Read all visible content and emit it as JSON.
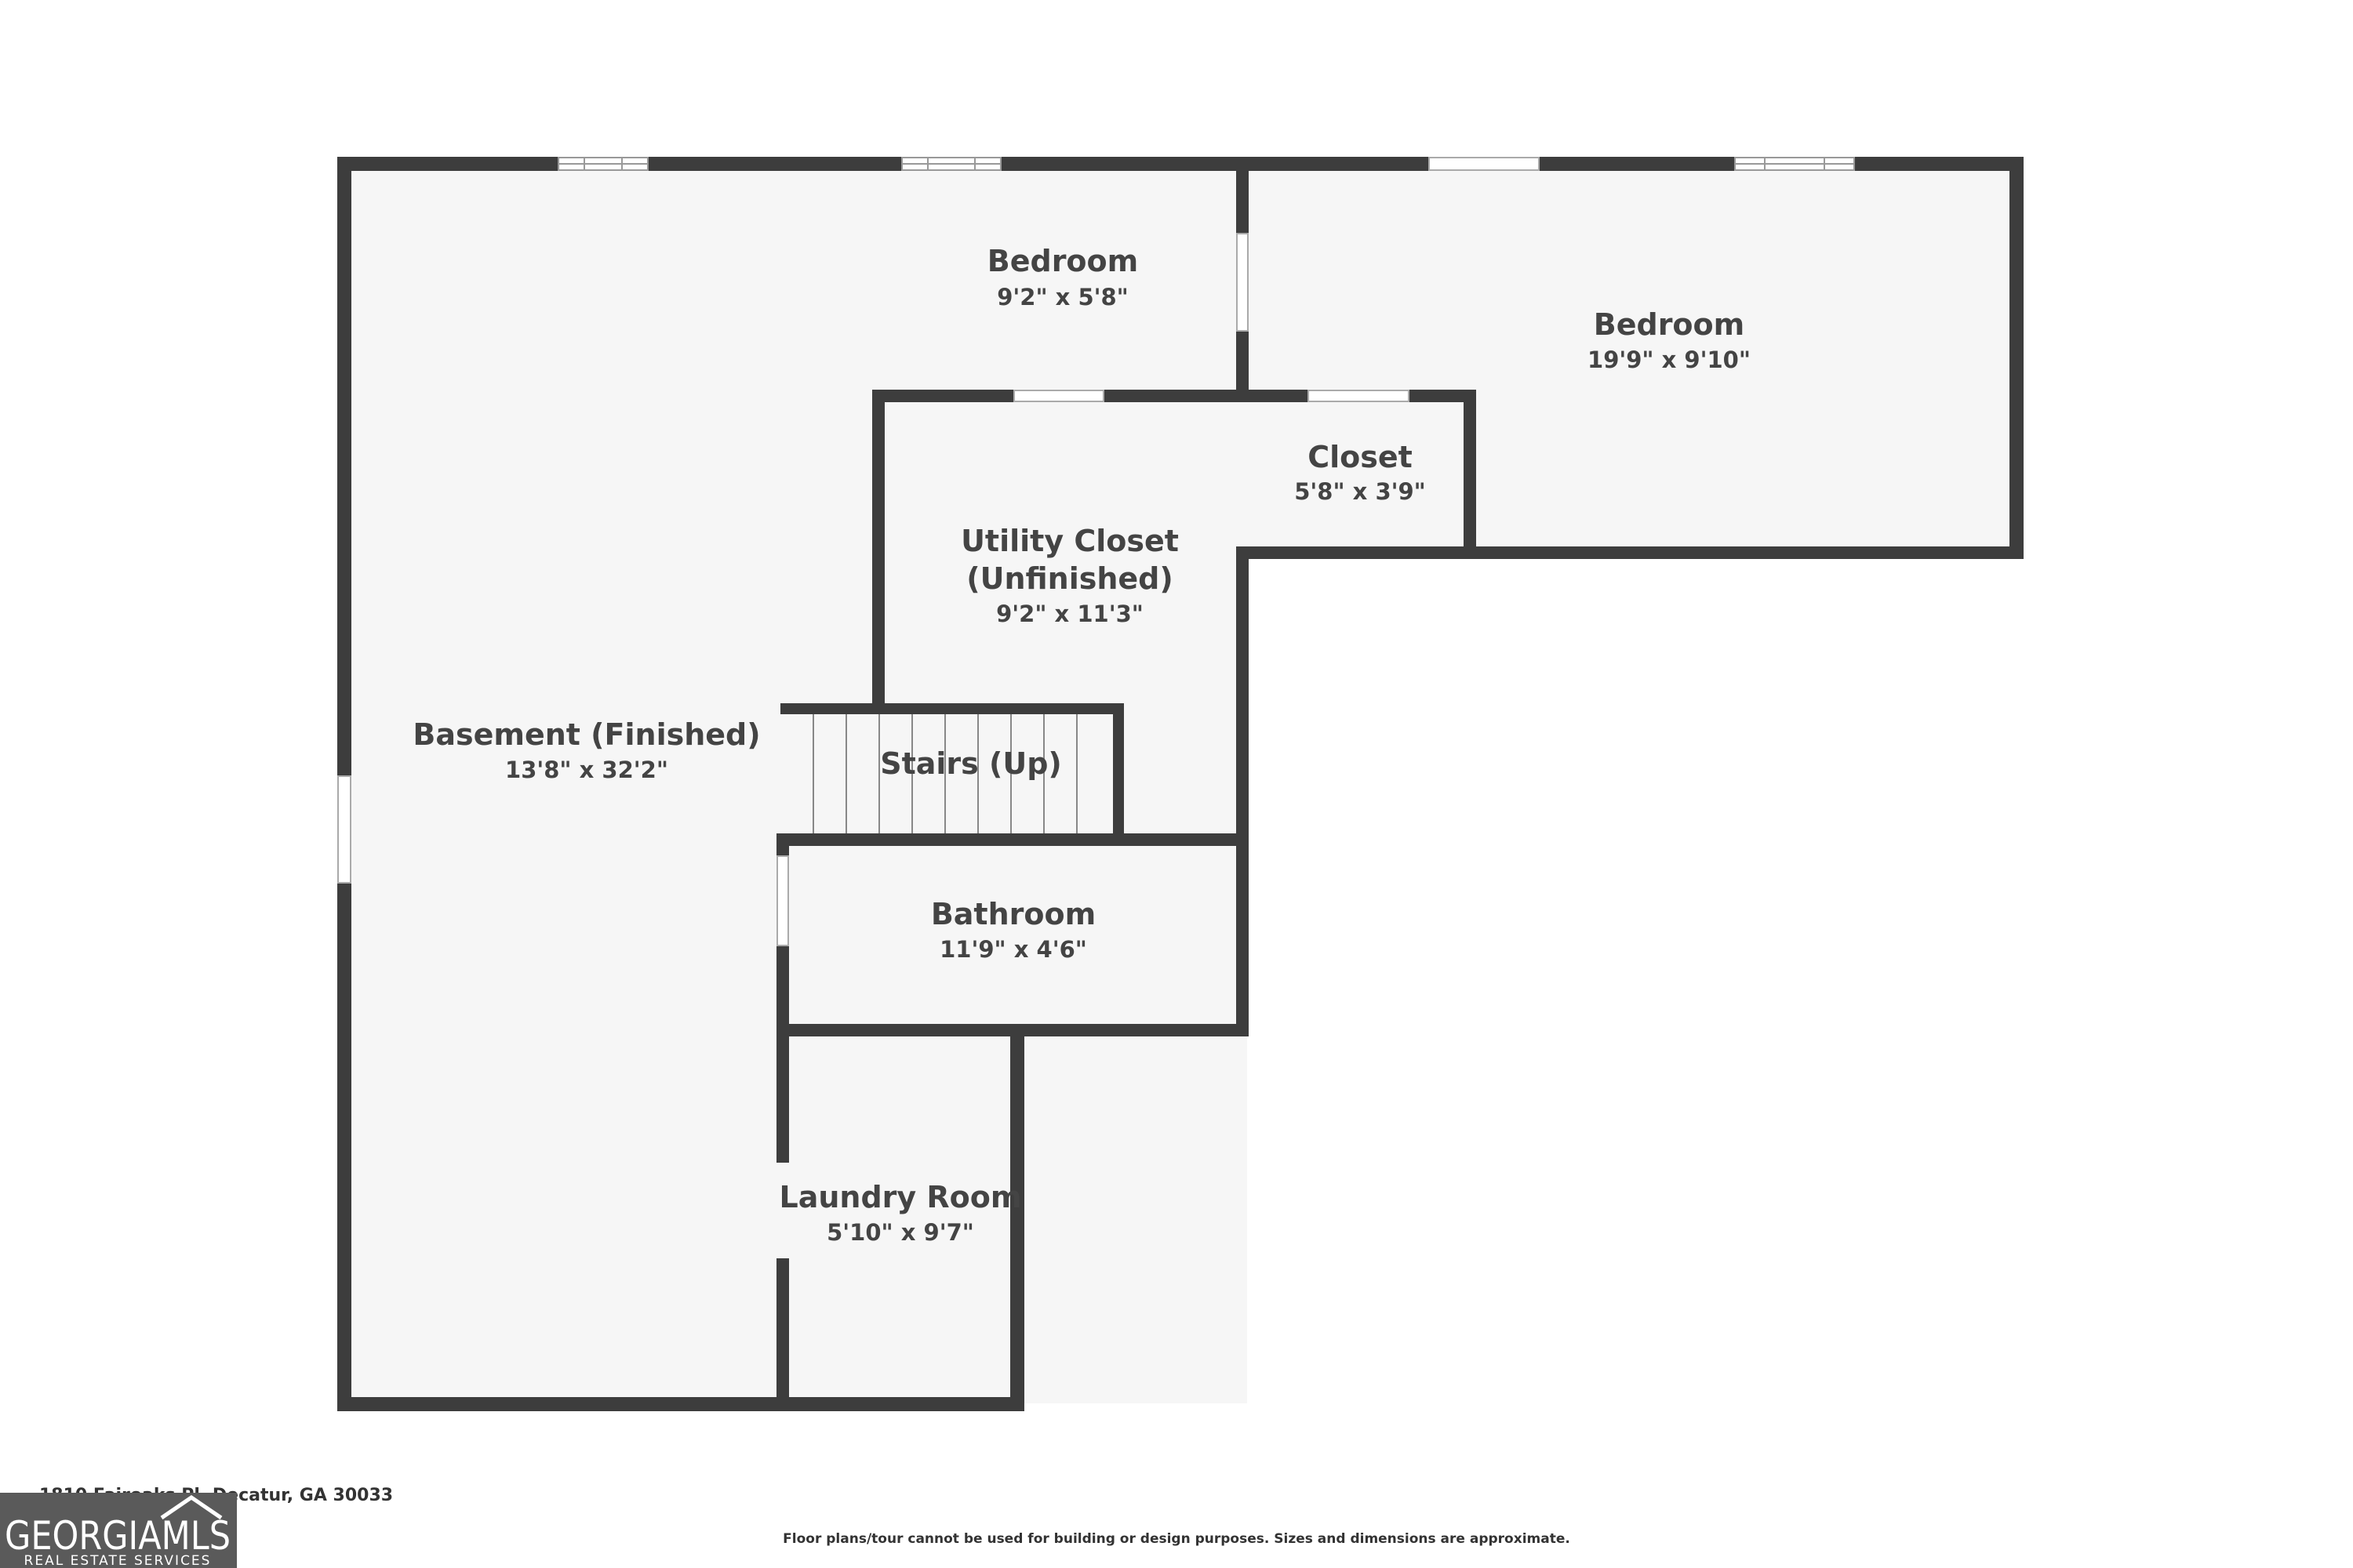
{
  "rooms": {
    "bedroom_small": {
      "name": "Bedroom",
      "dims": "9'2\" x 5'8\""
    },
    "bedroom_large": {
      "name": "Bedroom",
      "dims": "19'9\" x 9'10\""
    },
    "closet": {
      "name": "Closet",
      "dims": "5'8\" x 3'9\""
    },
    "utility_closet": {
      "name_line1": "Utility Closet",
      "name_line2": "(Unfinished)",
      "dims": "9'2\" x 11'3\""
    },
    "basement": {
      "name": "Basement (Finished)",
      "dims": "13'8\" x 32'2\""
    },
    "stairs": {
      "name": "Stairs (Up)"
    },
    "bathroom": {
      "name": "Bathroom",
      "dims": "11'9\" x 4'6\""
    },
    "laundry": {
      "name": "Laundry Room",
      "dims": "5'10\" x 9'7\""
    }
  },
  "footer": {
    "address": "1810 Fairoaks Pl, Decatur, GA 30033",
    "disclaimer": "Floor plans/tour cannot be used for building or design purposes. Sizes and dimensions are approximate."
  },
  "logo": {
    "name": "GEORGIAMLS",
    "tagline": "REAL ESTATE SERVICES"
  },
  "colors": {
    "wall": "#3d3d3d",
    "floor": "#f6f6f6",
    "text": "#444444",
    "logo_bg": "#5a5a5a"
  }
}
